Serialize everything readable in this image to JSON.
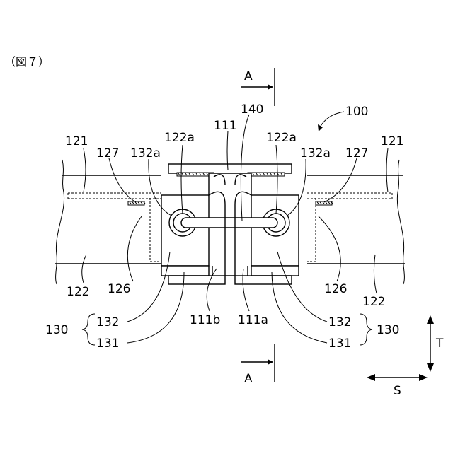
{
  "caption": "（図７）",
  "section": {
    "top": "A",
    "bottom": "A"
  },
  "labels": {
    "l100": "100",
    "l140": "140",
    "l111": "111",
    "l121_left": "121",
    "l121_right": "121",
    "l127_left": "127",
    "l127_right": "127",
    "l132a_left": "132a",
    "l132a_right": "132a",
    "l122a_left": "122a",
    "l122a_right": "122a",
    "l122_left": "122",
    "l122_right": "122",
    "l126_left": "126",
    "l126_right": "126",
    "l130_left": "130",
    "l130_right": "130",
    "l132_left": "132",
    "l132_right": "132",
    "l131_left": "131",
    "l131_right": "131",
    "l111b": "111b",
    "l111a": "111a"
  },
  "axes": {
    "vertical": "T",
    "horizontal": "S"
  }
}
